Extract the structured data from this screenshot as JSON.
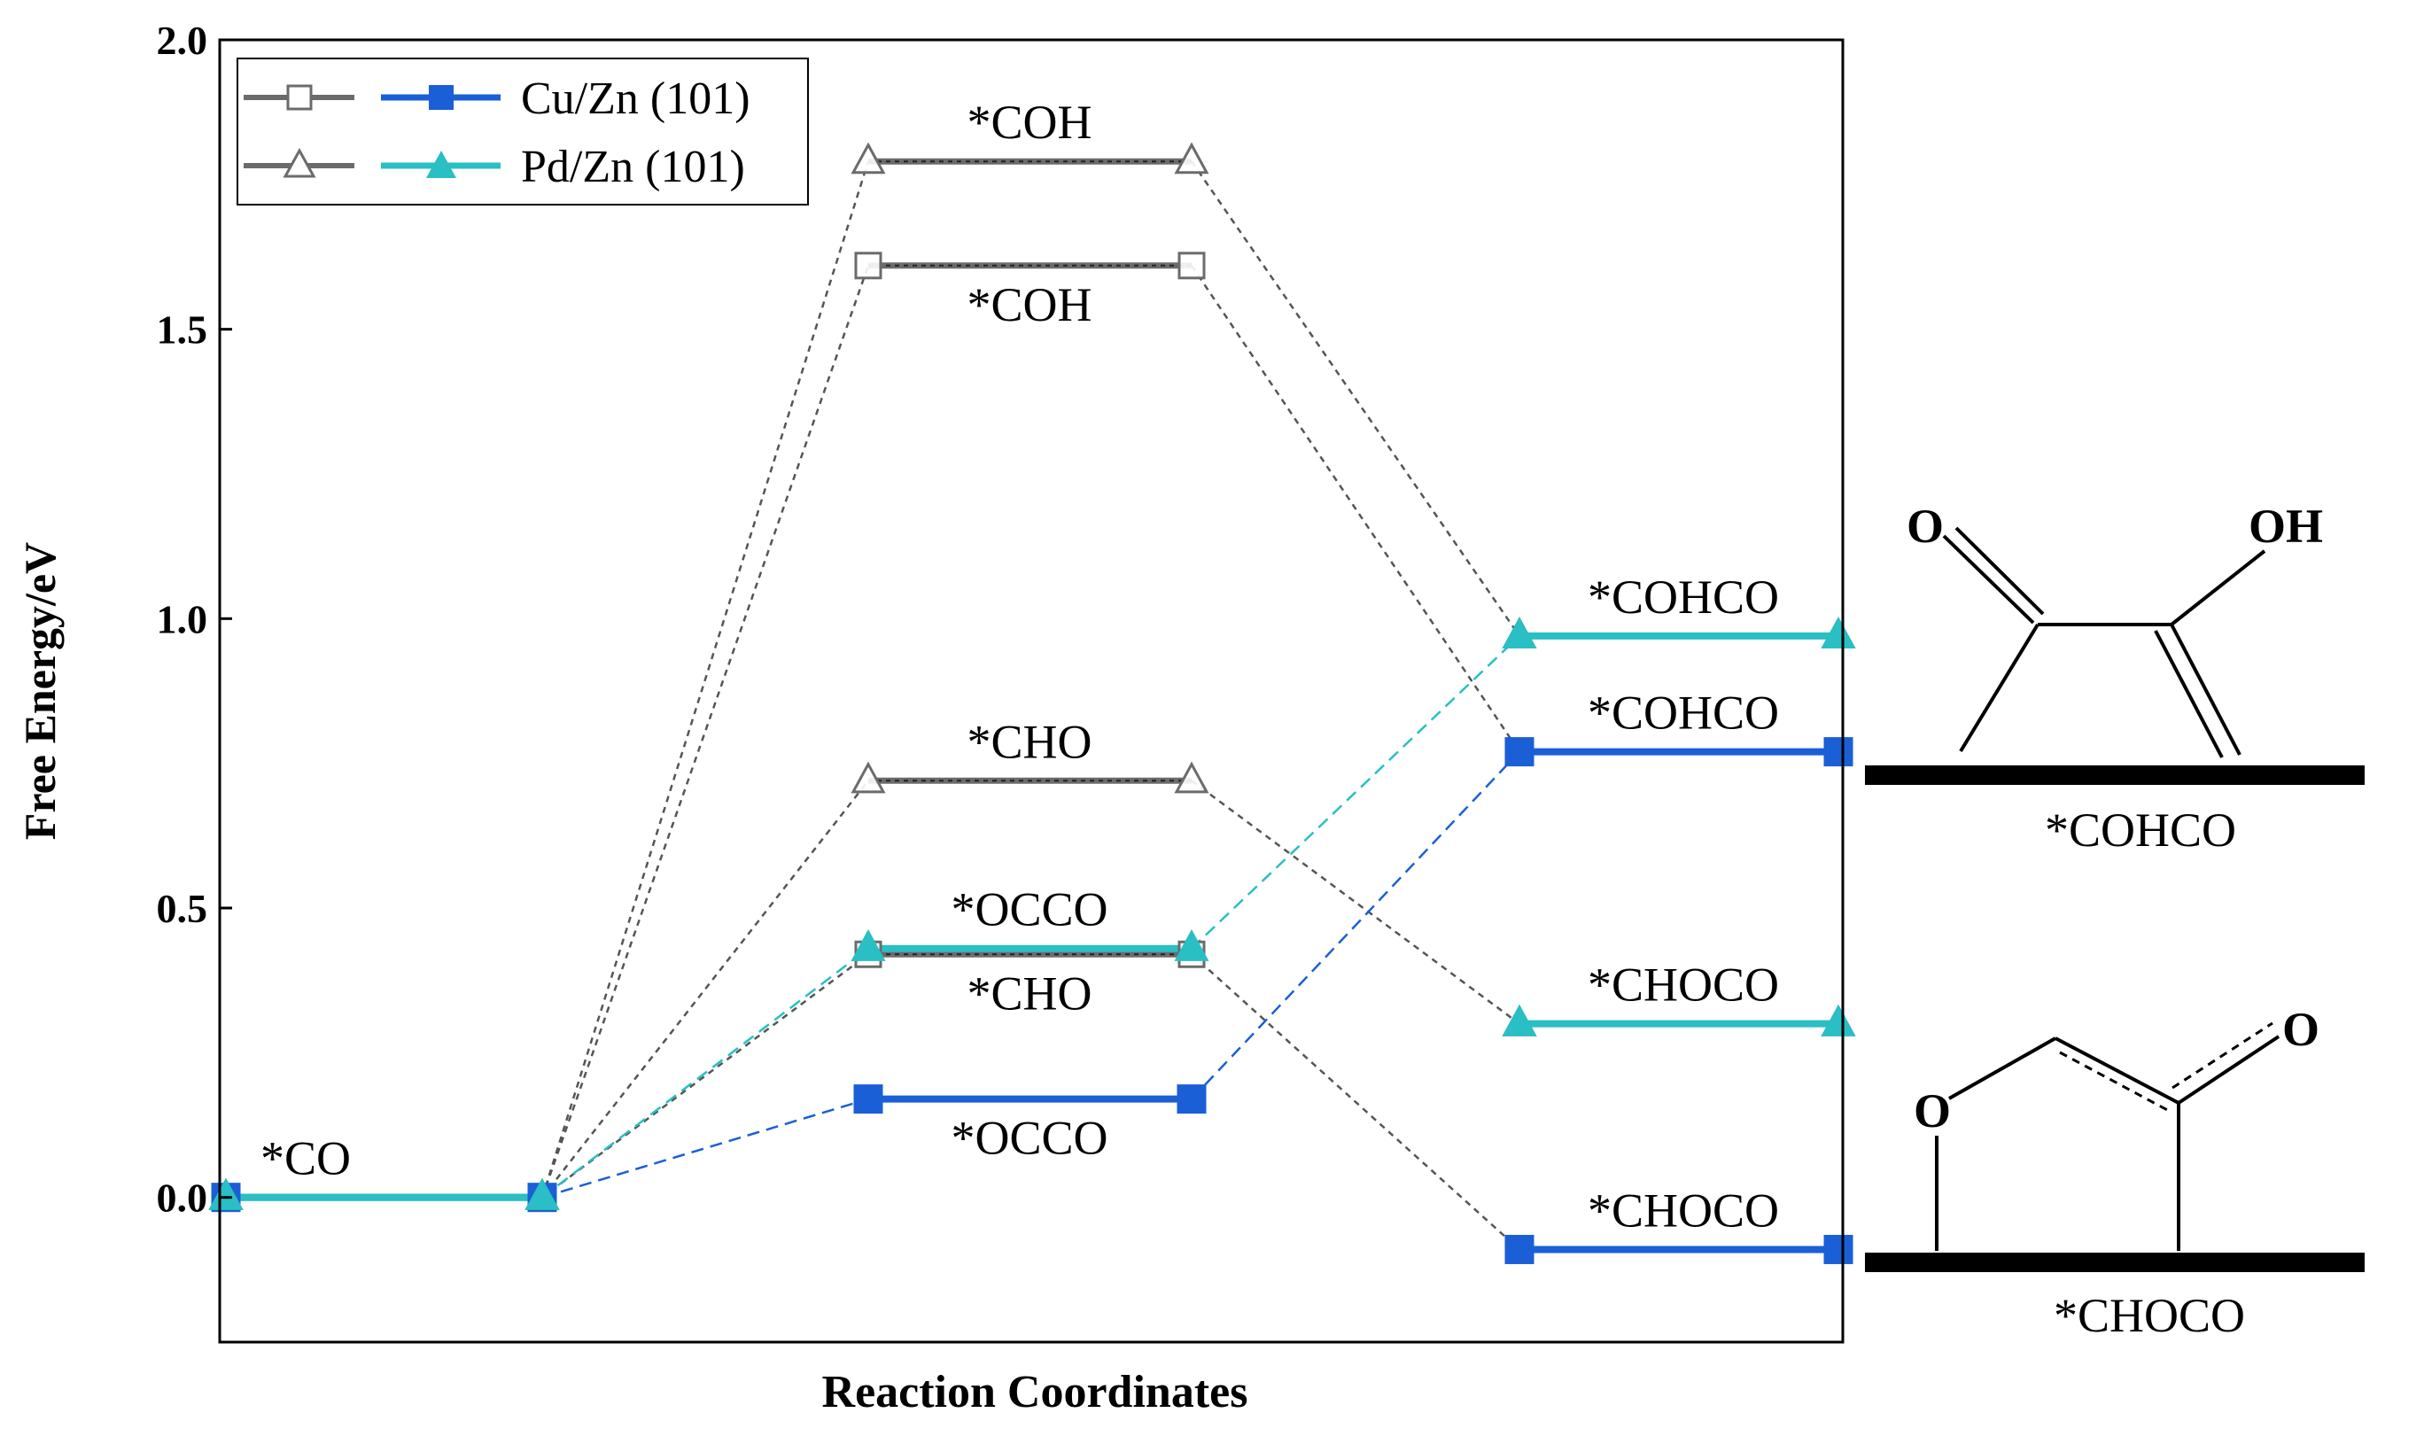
{
  "chart_data": {
    "type": "line",
    "ylabel": "Free Energy/eV",
    "xlabel": "Reaction Coordinates",
    "ylim": [
      -0.25,
      2.0
    ],
    "yticks": [
      0.0,
      0.5,
      1.0,
      1.5,
      2.0
    ],
    "ytick_labels": [
      "0.0",
      "0.5",
      "1.0",
      "1.5",
      "2.0"
    ],
    "legend": {
      "placement": "top-left",
      "entries": [
        {
          "label": "Cu/Zn (101)",
          "marker": "square"
        },
        {
          "label": "Pd/Zn (101)",
          "marker": "triangle"
        }
      ]
    },
    "colors": {
      "gray_series": "#6b6b6b",
      "cu_blue": "#1a5fd6",
      "pd_teal": "#29bfc4",
      "axis": "#000000"
    },
    "series": [
      {
        "key": "cu_coh_path",
        "marker": "square",
        "color": "#6b6b6b",
        "filled": false,
        "levels": [
          0.0,
          1.61,
          0.77
        ]
      },
      {
        "key": "pd_coh_path",
        "marker": "triangle",
        "color": "#6b6b6b",
        "filled": false,
        "levels": [
          0.0,
          1.79,
          0.97
        ]
      },
      {
        "key": "pd_cho_path",
        "marker": "triangle",
        "color": "#6b6b6b",
        "filled": false,
        "levels": [
          0.0,
          0.72,
          0.3
        ]
      },
      {
        "key": "cu_cho_path",
        "marker": "square",
        "color": "#6b6b6b",
        "filled": false,
        "levels": [
          0.0,
          0.42,
          -0.09
        ]
      },
      {
        "key": "cu_occo_path",
        "marker": "square",
        "color": "#1a5fd6",
        "filled": true,
        "levels": [
          0.0,
          0.17,
          0.77
        ]
      },
      {
        "key": "pd_occo_path",
        "marker": "triangle",
        "color": "#29bfc4",
        "filled": true,
        "levels": [
          0.0,
          0.43,
          0.97
        ]
      }
    ],
    "blue_chocho_level": -0.09,
    "teal_chocho_level": 0.3,
    "annotations": [
      {
        "text": "*CO",
        "stage": 0,
        "y": 0.0,
        "pos": "above"
      },
      {
        "text": "*COH",
        "stage": 1,
        "y": 1.79,
        "pos": "above"
      },
      {
        "text": "*COH",
        "stage": 1,
        "y": 1.61,
        "pos": "below"
      },
      {
        "text": "*CHO",
        "stage": 1,
        "y": 0.72,
        "pos": "above"
      },
      {
        "text": "*OCCO",
        "stage": 1,
        "y": 0.43,
        "pos": "above"
      },
      {
        "text": "*CHO",
        "stage": 1,
        "y": 0.42,
        "pos": "below"
      },
      {
        "text": "*OCCO",
        "stage": 1,
        "y": 0.17,
        "pos": "below"
      },
      {
        "text": "*COHCO",
        "stage": 2,
        "y": 0.97,
        "pos": "above"
      },
      {
        "text": "*COHCO",
        "stage": 2,
        "y": 0.77,
        "pos": "above"
      },
      {
        "text": "*CHOCO",
        "stage": 2,
        "y": 0.3,
        "pos": "above"
      },
      {
        "text": "*CHOCO",
        "stage": 2,
        "y": -0.09,
        "pos": "above"
      }
    ]
  },
  "structures": {
    "cohco": {
      "atom_left": "O",
      "atom_right": "OH",
      "label": "*COHCO"
    },
    "choco": {
      "atom_left": "O",
      "atom_right": "O",
      "label": "*CHOCO"
    }
  }
}
